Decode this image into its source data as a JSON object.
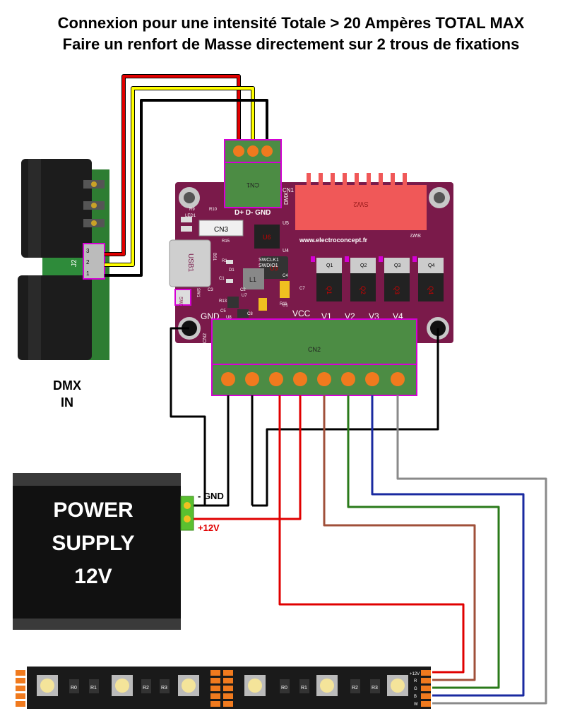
{
  "title_line1": "Connexion pour une intensité Totale > 20 Ampères TOTAL MAX",
  "title_line2": "Faire un renfort de Masse directement sur 2 trous de fixations",
  "dmx_label": [
    "DMX",
    "IN"
  ],
  "power_supply": {
    "lines": [
      "POWER",
      "SUPPLY",
      "12V"
    ],
    "gnd_label": "- GND",
    "v12_label": "+12V"
  },
  "board": {
    "url": "www.electroconcept.fr",
    "cn1": "CN1",
    "dmx_side": "DMX",
    "sw2": "SW2",
    "cn3": "CN3",
    "usb1": "USB1",
    "u1": "U1",
    "u3": "U3",
    "u4": "U4",
    "u5": "U5",
    "u6": "U6",
    "u7": "U7",
    "u8": "U8",
    "cn2": "CN2",
    "cn2_side": "CN2",
    "sw1": "SW1",
    "l1": "L1",
    "q": [
      "Q1",
      "Q2",
      "Q3",
      "Q4"
    ],
    "top_pins": "D+  D-  GND",
    "swd": [
      "SWCLK1",
      "SWDIO1"
    ],
    "v_labels": [
      "V1",
      "V2",
      "V3",
      "V4"
    ],
    "gnd": "GND",
    "vcc": "VCC",
    "small": [
      "R9",
      "R10",
      "LED1",
      "R15",
      "BS1",
      "R1",
      "D1",
      "R13",
      "C1",
      "C5",
      "C8",
      "C7",
      "R11",
      "C4",
      "C3",
      "C2"
    ]
  },
  "dmx_connector": {
    "j2": "J2",
    "pins": [
      "3",
      "2",
      "1"
    ]
  },
  "strip": {
    "pin_labels": [
      "+12V",
      "R",
      "G",
      "B",
      "W"
    ],
    "resistors": [
      "R0",
      "R1",
      "R2",
      "R3"
    ]
  },
  "colors": {
    "board": "#7a1a4a",
    "terminal": "#4c8c44",
    "screw": "#f07a1e",
    "wire_red": "#e00000",
    "wire_yellow": "#ffff00",
    "wire_black": "#000000",
    "wire_brown": "#a0503a",
    "wire_green": "#2a7a1a",
    "wire_blue": "#1a2aa0",
    "wire_gray": "#8a8a8a",
    "dip": "#f05858"
  }
}
